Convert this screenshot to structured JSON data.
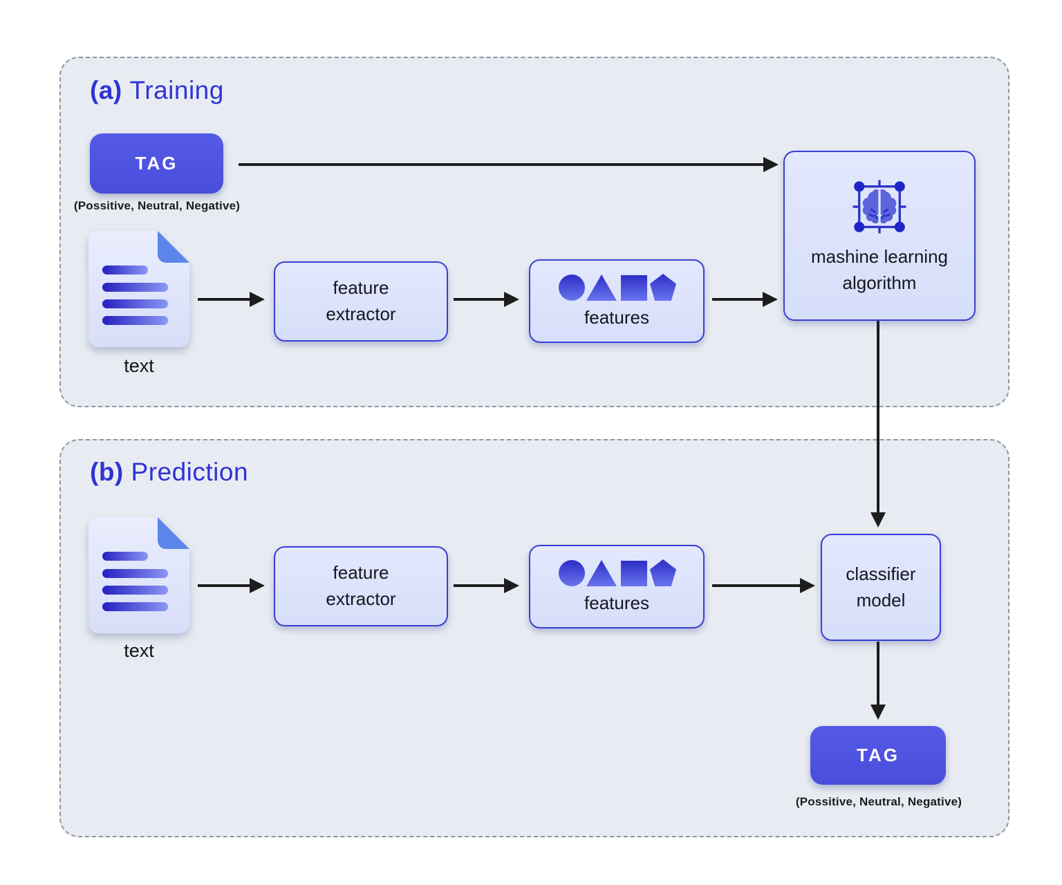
{
  "colors": {
    "accent": "#2f33d3",
    "panel_fill": "#e8ecf2",
    "panel_border": "#8f96a0",
    "tag_fill": "#4e52e0",
    "tag_text": "#ffffff",
    "box_fill": "#dce3fa",
    "box_border": "#383fd4",
    "arrow": "#1d1d1d",
    "ink": "#16161e",
    "caption_ink": "#1b1b1b",
    "shape_dark": "#2e2dc6",
    "shape_light": "#6875ee",
    "doc_fold": "#5b86ea"
  },
  "training": {
    "heading_prefix": "(a)",
    "heading_title": "Training",
    "tag_label": "TAG",
    "tag_caption": "(Possitive, Neutral, Negative)",
    "doc_label": "text",
    "feature_extractor_label": "feature\nextractor",
    "features_label": "features",
    "ml_algorithm_label": "mashine learning\nalgorithm"
  },
  "prediction": {
    "heading_prefix": "(b)",
    "heading_title": "Prediction",
    "doc_label": "text",
    "feature_extractor_label": "feature\nextractor",
    "features_label": "features",
    "classifier_label": "classifier\nmodel",
    "tag_label": "TAG",
    "tag_caption": "(Possitive, Neutral, Negative)"
  }
}
